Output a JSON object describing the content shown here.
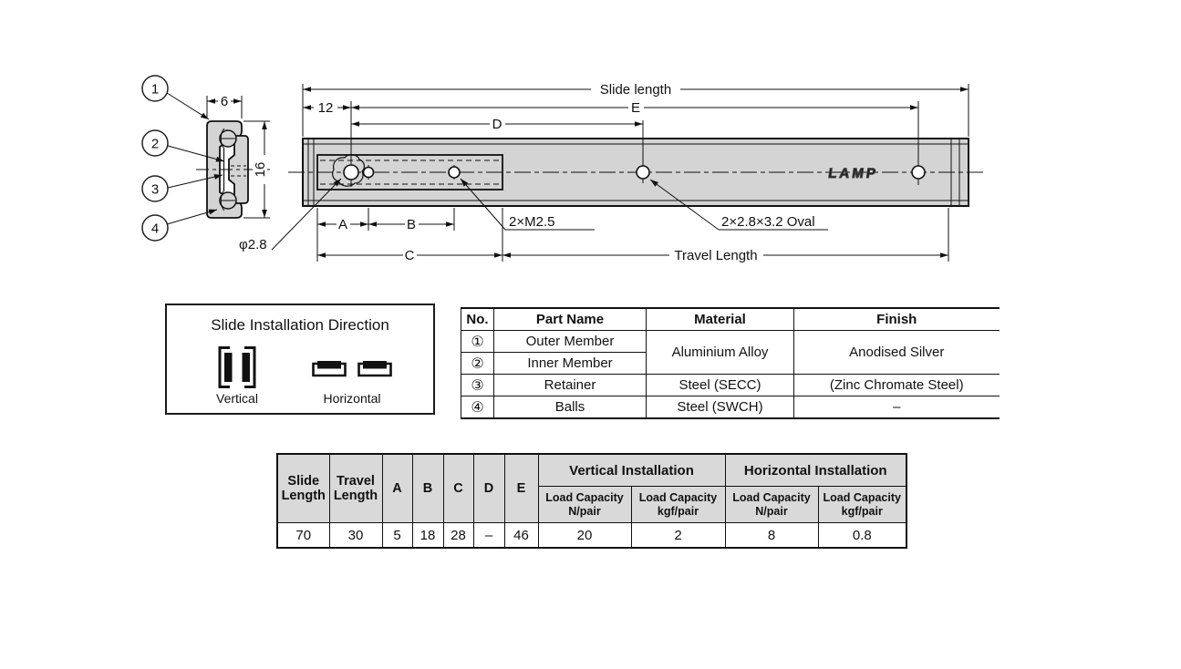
{
  "drawing": {
    "callout_1": "1",
    "callout_2": "2",
    "callout_3": "3",
    "callout_4": "4",
    "dim_width": "6",
    "dim_height": "16",
    "dim_offset": "12",
    "dim_slide_length": "Slide length",
    "dim_e": "E",
    "dim_d": "D",
    "dim_a": "A",
    "dim_b": "B",
    "dim_c": "C",
    "dim_travel": "Travel Length",
    "label_hole": "φ2.8",
    "label_screw": "2×M2.5",
    "label_oval": "2×2.8×3.2 Oval",
    "logo": "LAMP"
  },
  "install_box": {
    "title": "Slide Installation Direction",
    "vertical": "Vertical",
    "horizontal": "Horizontal"
  },
  "parts_table": {
    "col_no": "No.",
    "col_part": "Part Name",
    "col_material": "Material",
    "col_finish": "Finish",
    "rows": [
      {
        "no": "①",
        "part": "Outer Member",
        "material": "Aluminium Alloy",
        "finish": "Anodised Silver"
      },
      {
        "no": "②",
        "part": "Inner Member"
      },
      {
        "no": "③",
        "part": "Retainer",
        "material": "Steel (SECC)",
        "finish": "(Zinc Chromate Steel)"
      },
      {
        "no": "④",
        "part": "Balls",
        "material": "Steel (SWCH)",
        "finish": "–"
      }
    ]
  },
  "spec_table": {
    "col_slide": "Slide Length",
    "col_travel": "Travel Length",
    "col_a": "A",
    "col_b": "B",
    "col_c": "C",
    "col_d": "D",
    "col_e": "E",
    "group_vertical": "Vertical Installation",
    "group_horizontal": "Horizontal Installation",
    "sub": [
      {
        "l1": "Load Capacity",
        "l2": "N/pair"
      },
      {
        "l1": "Load Capacity",
        "l2": "kgf/pair"
      },
      {
        "l1": "Load Capacity",
        "l2": "N/pair"
      },
      {
        "l1": "Load Capacity",
        "l2": "kgf/pair"
      }
    ],
    "row": {
      "slide": "70",
      "travel": "30",
      "a": "5",
      "b": "18",
      "c": "28",
      "d": "–",
      "e": "46",
      "v_n": "20",
      "v_kgf": "2",
      "h_n": "8",
      "h_kgf": "0.8"
    }
  },
  "colors": {
    "line": "#111111",
    "rail_gray": "#d4d4d4",
    "header_gray": "#d9d9d9"
  }
}
